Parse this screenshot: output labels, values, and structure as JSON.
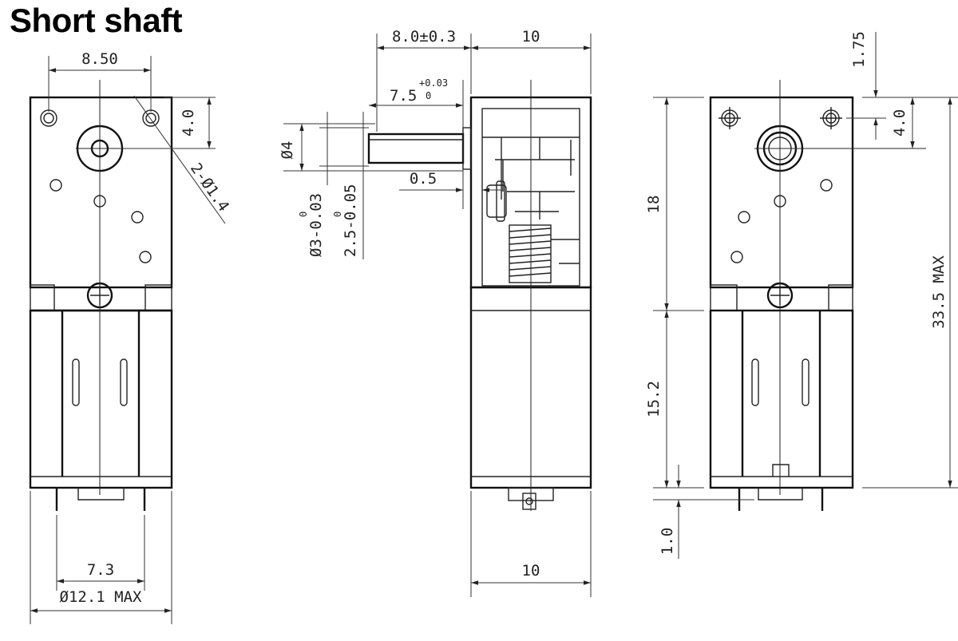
{
  "title": "Short shaft",
  "dimensions": {
    "top_hole_spacing": "8.50",
    "hole_offset": "4.0",
    "hole_callout": "2-Ø1.4",
    "pin_spacing": "7.3",
    "body_diameter": "Ø12.1 MAX",
    "shaft_length": "8.0±0.3",
    "gearbox_depth": "10",
    "shaft_flat_length": "7.5",
    "shaft_flat_tol_upper": "+0.03",
    "shaft_flat_tol_lower": "0",
    "shaft_diameter": "Ø4",
    "shaft_gap": "0.5",
    "shaft_d3": "Ø3-0.03",
    "shaft_d3_tol": "0",
    "shaft_flat": "2.5-0.05",
    "shaft_flat_tol": "0",
    "motor_depth": "10",
    "top_margin": "1.75",
    "right_hole_offset": "4.0",
    "gearbox_height": "18",
    "motor_height": "15.2",
    "terminal_height": "1.0",
    "total_height": "33.5 MAX"
  },
  "colors": {
    "line": "#222222",
    "background": "#ffffff"
  }
}
